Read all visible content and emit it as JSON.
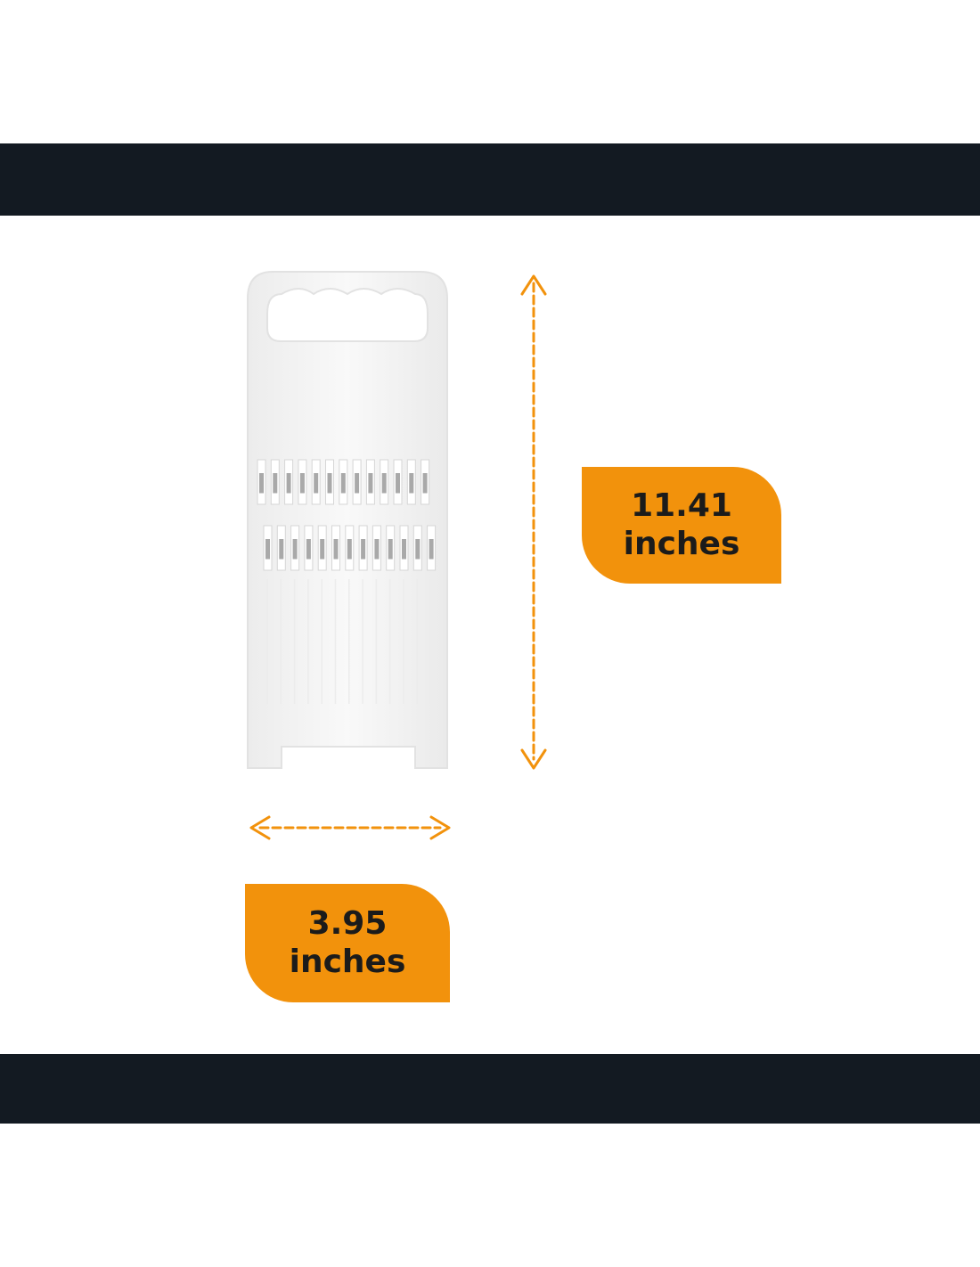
{
  "colors": {
    "band": "#131a22",
    "accent": "#f2920c",
    "grater_body": "#f4f4f4",
    "grater_edge": "#e2e2e2",
    "blade_metal": "#a9a9a9",
    "label_text": "#1b1b1b"
  },
  "icons": {
    "vertical_arrow": "double-headed-arrow-vertical",
    "horizontal_arrow": "double-headed-arrow-horizontal"
  },
  "dimensions": {
    "height": {
      "value": "11.41",
      "unit": "inches"
    },
    "width": {
      "value": "3.95",
      "unit": "inches"
    }
  }
}
